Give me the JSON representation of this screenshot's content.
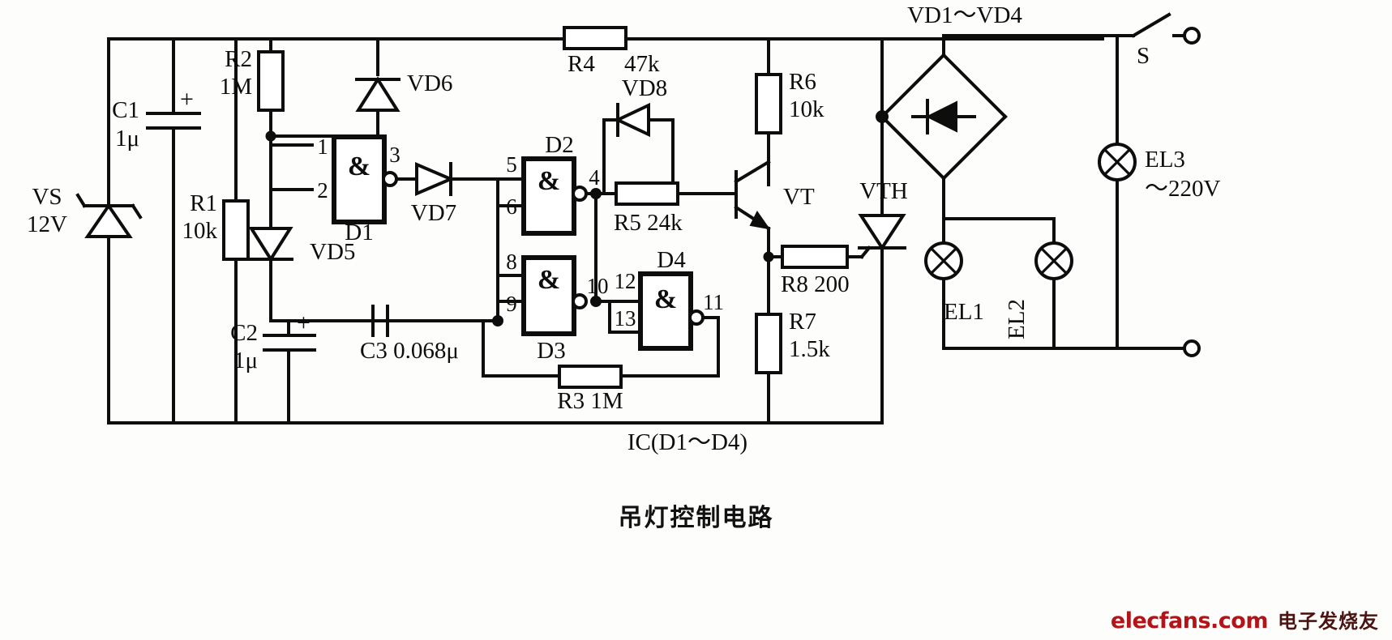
{
  "title_cn": "吊灯控制电路",
  "watermark": {
    "latin": "elecfans.com",
    "cn": "电子发烧友"
  },
  "ic_label": "IC(D1～D4)",
  "components": {
    "vs": {
      "ref": "VS",
      "value": "12V"
    },
    "c1": {
      "ref": "C1",
      "value": "1μ",
      "polarity": "+"
    },
    "r1": {
      "ref": "R1",
      "value": "10k"
    },
    "r2": {
      "ref": "R2",
      "value": "1M"
    },
    "c2": {
      "ref": "C2",
      "value": "1μ",
      "polarity": "+"
    },
    "c3": {
      "ref": "C3",
      "value": "0.068μ"
    },
    "r3": {
      "ref": "R3",
      "value": "1M"
    },
    "r4": {
      "ref": "R4",
      "value": "47k"
    },
    "r5": {
      "ref": "R5",
      "value": "24k"
    },
    "r6": {
      "ref": "R6",
      "value": "10k"
    },
    "r7": {
      "ref": "R7",
      "value": "1.5k"
    },
    "r8": {
      "ref": "R8",
      "value": "200"
    },
    "vd5": {
      "ref": "VD5"
    },
    "vd6": {
      "ref": "VD6"
    },
    "vd7": {
      "ref": "VD7"
    },
    "vd8": {
      "ref": "VD8"
    },
    "vd_bridge": {
      "ref": "VD1～VD4"
    },
    "vt": {
      "ref": "VT"
    },
    "vth": {
      "ref": "VTH"
    },
    "s": {
      "ref": "S"
    },
    "el1": {
      "ref": "EL1"
    },
    "el2": {
      "ref": "EL2"
    },
    "el3": {
      "ref": "EL3",
      "value": "～220V"
    }
  },
  "gates": [
    {
      "id": "d1",
      "ref": "D1",
      "symbol": "&",
      "pins_in": [
        "1",
        "2"
      ],
      "pin_out": "3"
    },
    {
      "id": "d2",
      "ref": "D2",
      "symbol": "&",
      "pins_in": [
        "5",
        "6"
      ],
      "pin_out": "4"
    },
    {
      "id": "d3",
      "ref": "D3",
      "symbol": "&",
      "pins_in": [
        "8",
        "9"
      ],
      "pin_out": "10"
    },
    {
      "id": "d4",
      "ref": "D4",
      "symbol": "&",
      "pins_in": [
        "12",
        "13"
      ],
      "pin_out": "11"
    }
  ],
  "labels": {
    "r2_ref": "R2",
    "r2_val": "1M",
    "r1_ref": "R1",
    "r1_val": "10k",
    "c1_ref": "C1",
    "c1_val": "1μ",
    "c2_ref": "C2",
    "c2_val": "1μ",
    "vs_ref": "VS",
    "vs_val": "12V",
    "c3_text": "C3 0.068μ",
    "r3_text": "R3 1M",
    "r4_ref": "R4",
    "r4_val": "47k",
    "r5_text": "R5 24k",
    "r6_ref": "R6",
    "r6_val": "10k",
    "r7_ref": "R7",
    "r7_val": "1.5k",
    "r8_text": "R8  200",
    "el3_ref": "EL3",
    "el3_val": "～220V"
  }
}
